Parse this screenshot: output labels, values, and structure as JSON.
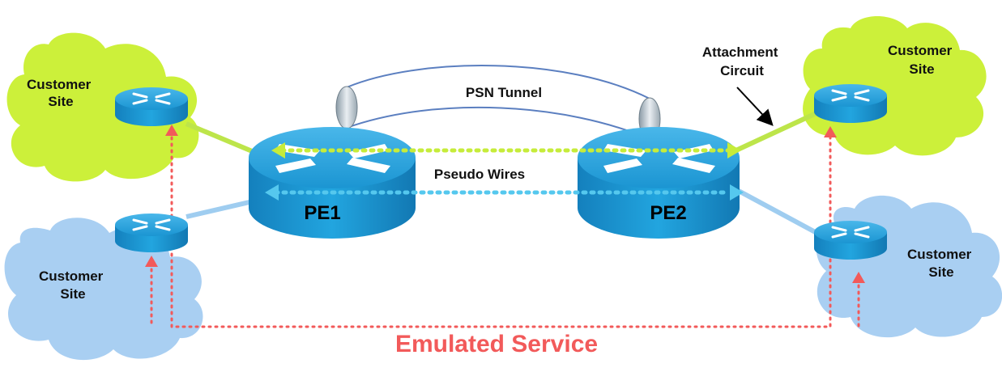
{
  "labels": {
    "site_top_left": [
      "Customer",
      "Site"
    ],
    "site_bottom_left": [
      "Customer",
      "Site"
    ],
    "site_top_right": [
      "Customer",
      "Site"
    ],
    "site_bottom_right": [
      "Customer",
      "Site"
    ],
    "pe1": "PE1",
    "pe2": "PE2",
    "psn_tunnel": "PSN Tunnel",
    "pseudo_wires": "Pseudo Wires",
    "attachment_circuit": [
      "Attachment",
      "Circuit"
    ],
    "emulated_service": "Emulated Service"
  },
  "colors": {
    "cloud_green": "#ccf03a",
    "cloud_blue": "#a9cff2",
    "router_blue": "#1a9bd6",
    "link_green": "#bde54a",
    "link_blue": "#9fcdf0",
    "dots_green": "#c6ec3a",
    "dots_blue": "#55c8ee",
    "emulated_red": "#f25a5a",
    "tunnel_line": "#5b7fc0"
  },
  "icons": {
    "router": "router-icon",
    "arrow": "arrow-icon"
  }
}
